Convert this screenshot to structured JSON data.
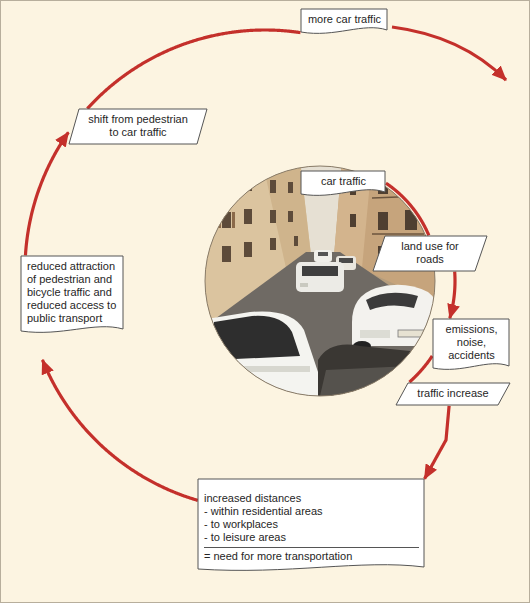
{
  "diagram": {
    "nodes": [
      {
        "text": [
          "more car traffic"
        ]
      },
      {
        "text": [
          "shift from pedestrian to car traffic"
        ]
      },
      {
        "text": [
          "reduced attraction of pedestrian and bicycle traffic and reduced access to public transport"
        ]
      },
      {
        "text": [
          "car traffic"
        ]
      },
      {
        "text": [
          "land use for roads"
        ]
      },
      {
        "text": [
          "emissions, noise, accidents"
        ]
      },
      {
        "text": [
          "traffic increase"
        ]
      },
      {
        "text": [
          "increased distances",
          "- within residential areas",
          "- to workplaces",
          "- to leisure areas",
          "= need for more transportation"
        ]
      }
    ],
    "edges": [
      {
        "from": 3,
        "to": 4,
        "arrow": "none"
      },
      {
        "from": 4,
        "to": 5,
        "arrow": "to"
      },
      {
        "from": 5,
        "to": 6,
        "arrow": "none"
      },
      {
        "from": 6,
        "to": 7,
        "arrow": "to"
      },
      {
        "from": 7,
        "to": 2,
        "arrow": "to"
      },
      {
        "from": 2,
        "to": 1,
        "arrow": "to"
      },
      {
        "from": 1,
        "to": 0,
        "arrow": "none"
      }
    ]
  }
}
